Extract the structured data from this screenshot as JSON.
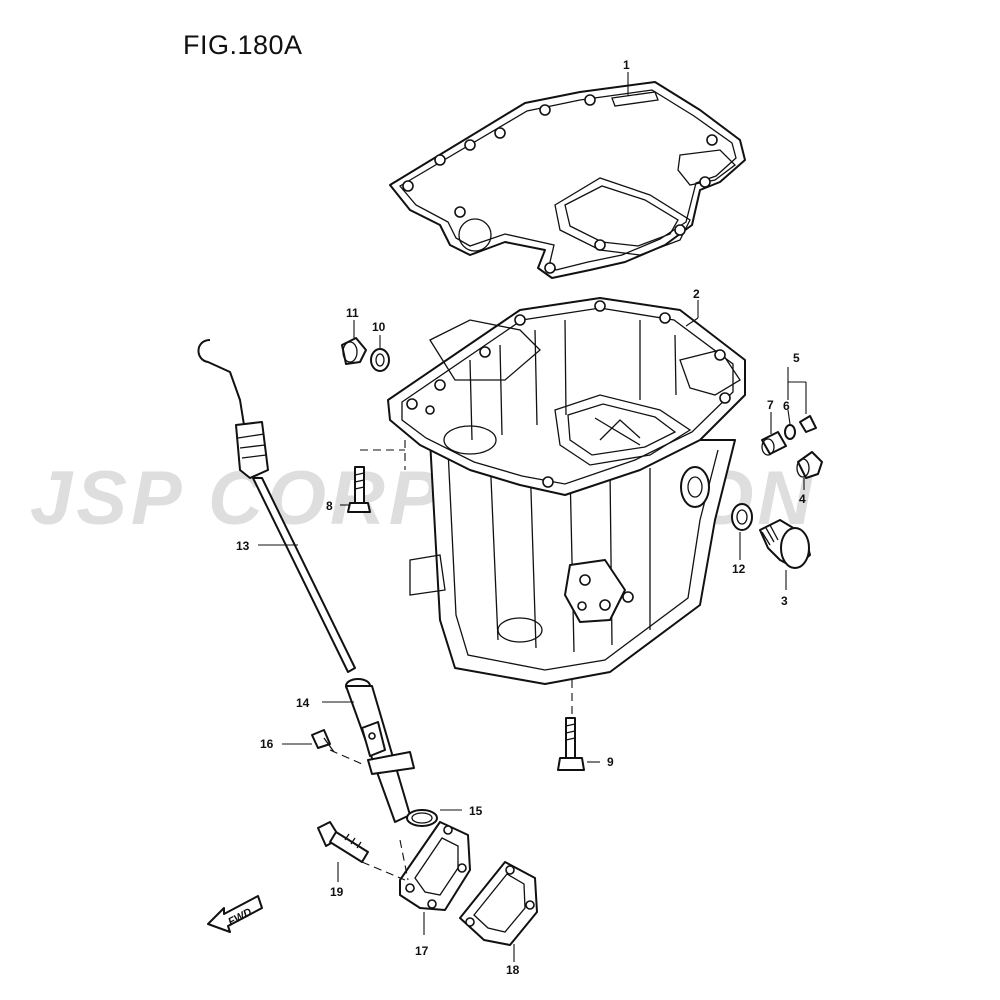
{
  "figure": {
    "title": "FIG.180A"
  },
  "watermark": {
    "text": "JSP CORPORATION"
  },
  "fwd_label": "FWD",
  "callouts": {
    "p1": "1",
    "p2": "2",
    "p3": "3",
    "p4": "4",
    "p5": "5",
    "p6": "6",
    "p7": "7",
    "p8": "8",
    "p9": "9",
    "p10": "10",
    "p11": "11",
    "p12": "12",
    "p13": "13",
    "p14": "14",
    "p15": "15",
    "p16": "16",
    "p17": "17",
    "p18": "18",
    "p19": "19"
  }
}
